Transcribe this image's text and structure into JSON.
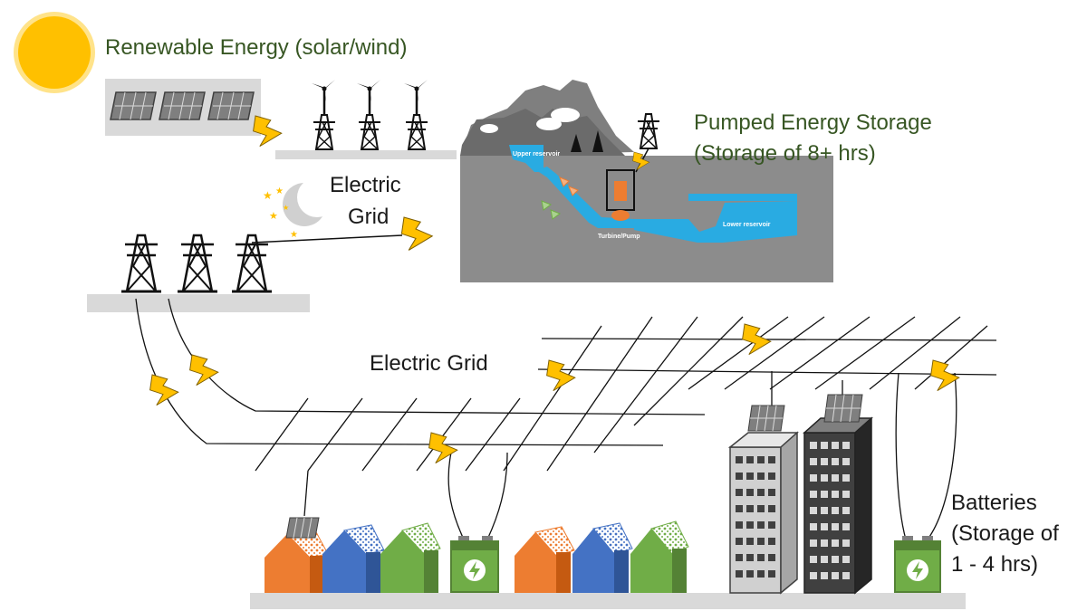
{
  "labels": {
    "renewable": "Renewable Energy (solar/wind)",
    "pumped_line1": "Pumped Energy Storage",
    "pumped_line2": "(Storage of 8+ hrs)",
    "grid_top_line1": "Electric",
    "grid_top_line2": "Grid",
    "grid_bottom": "Electric Grid",
    "batteries_line1": "Batteries",
    "batteries_line2": "(Storage of",
    "batteries_line3": "1 - 4 hrs)"
  },
  "reservoir": {
    "upper": "Upper reservoir",
    "lower": "Lower reservoir",
    "turbine": "Turbine/Pump"
  },
  "colors": {
    "label_green": "#375623",
    "sun": "#FFC000",
    "bolt": "#FFC000",
    "water": "#29ABE2",
    "house_orange": "#ED7D31",
    "house_blue": "#4472C4",
    "house_green": "#70AD47",
    "battery": "#70AD47",
    "ground": "#D9D9D9"
  },
  "icons": [
    "sun-icon",
    "solar-panel-icon",
    "wind-turbine-icon",
    "transmission-tower-icon",
    "moon-icon",
    "lightning-bolt-icon",
    "house-icon",
    "battery-icon",
    "office-building-icon",
    "mountain-icon"
  ]
}
